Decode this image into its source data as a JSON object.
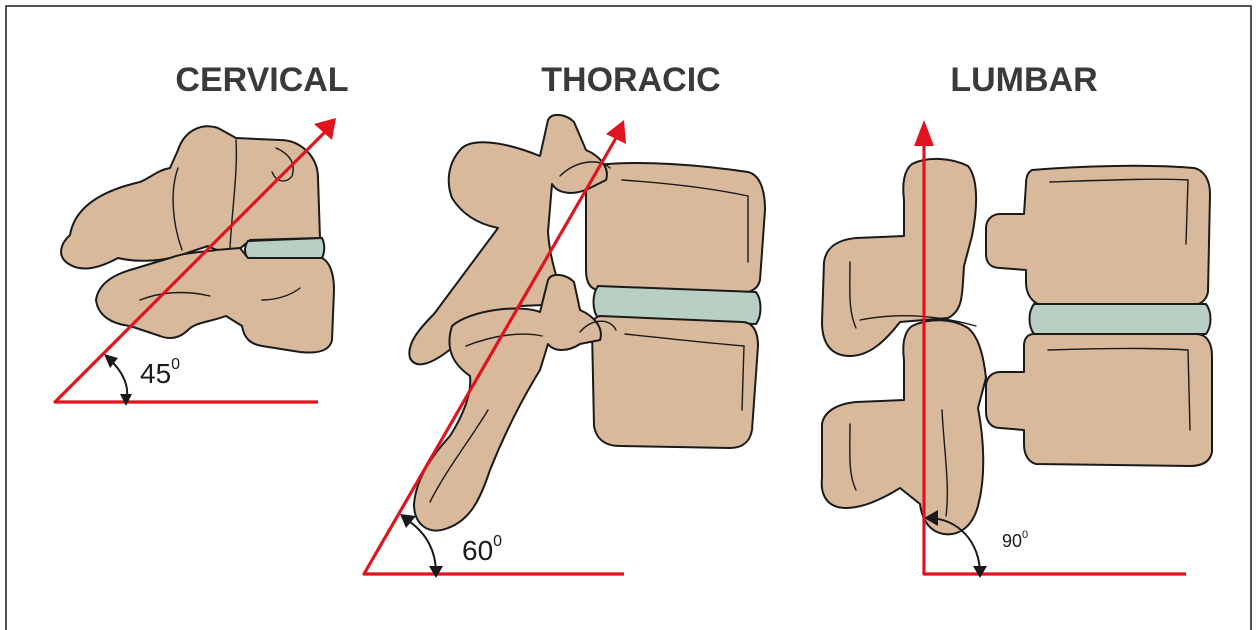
{
  "panels": [
    {
      "title": "CERVICAL",
      "angle_value": "45",
      "angle_sup": "0"
    },
    {
      "title": "THORACIC",
      "angle_value": "60",
      "angle_sup": "0"
    },
    {
      "title": "LUMBAR",
      "angle_value": "90",
      "angle_sup": "0"
    }
  ],
  "colors": {
    "bone": "#d9b99b",
    "disc": "#b9cfc3",
    "angle_line": "#e0141e",
    "outline": "#1a1a1a"
  }
}
